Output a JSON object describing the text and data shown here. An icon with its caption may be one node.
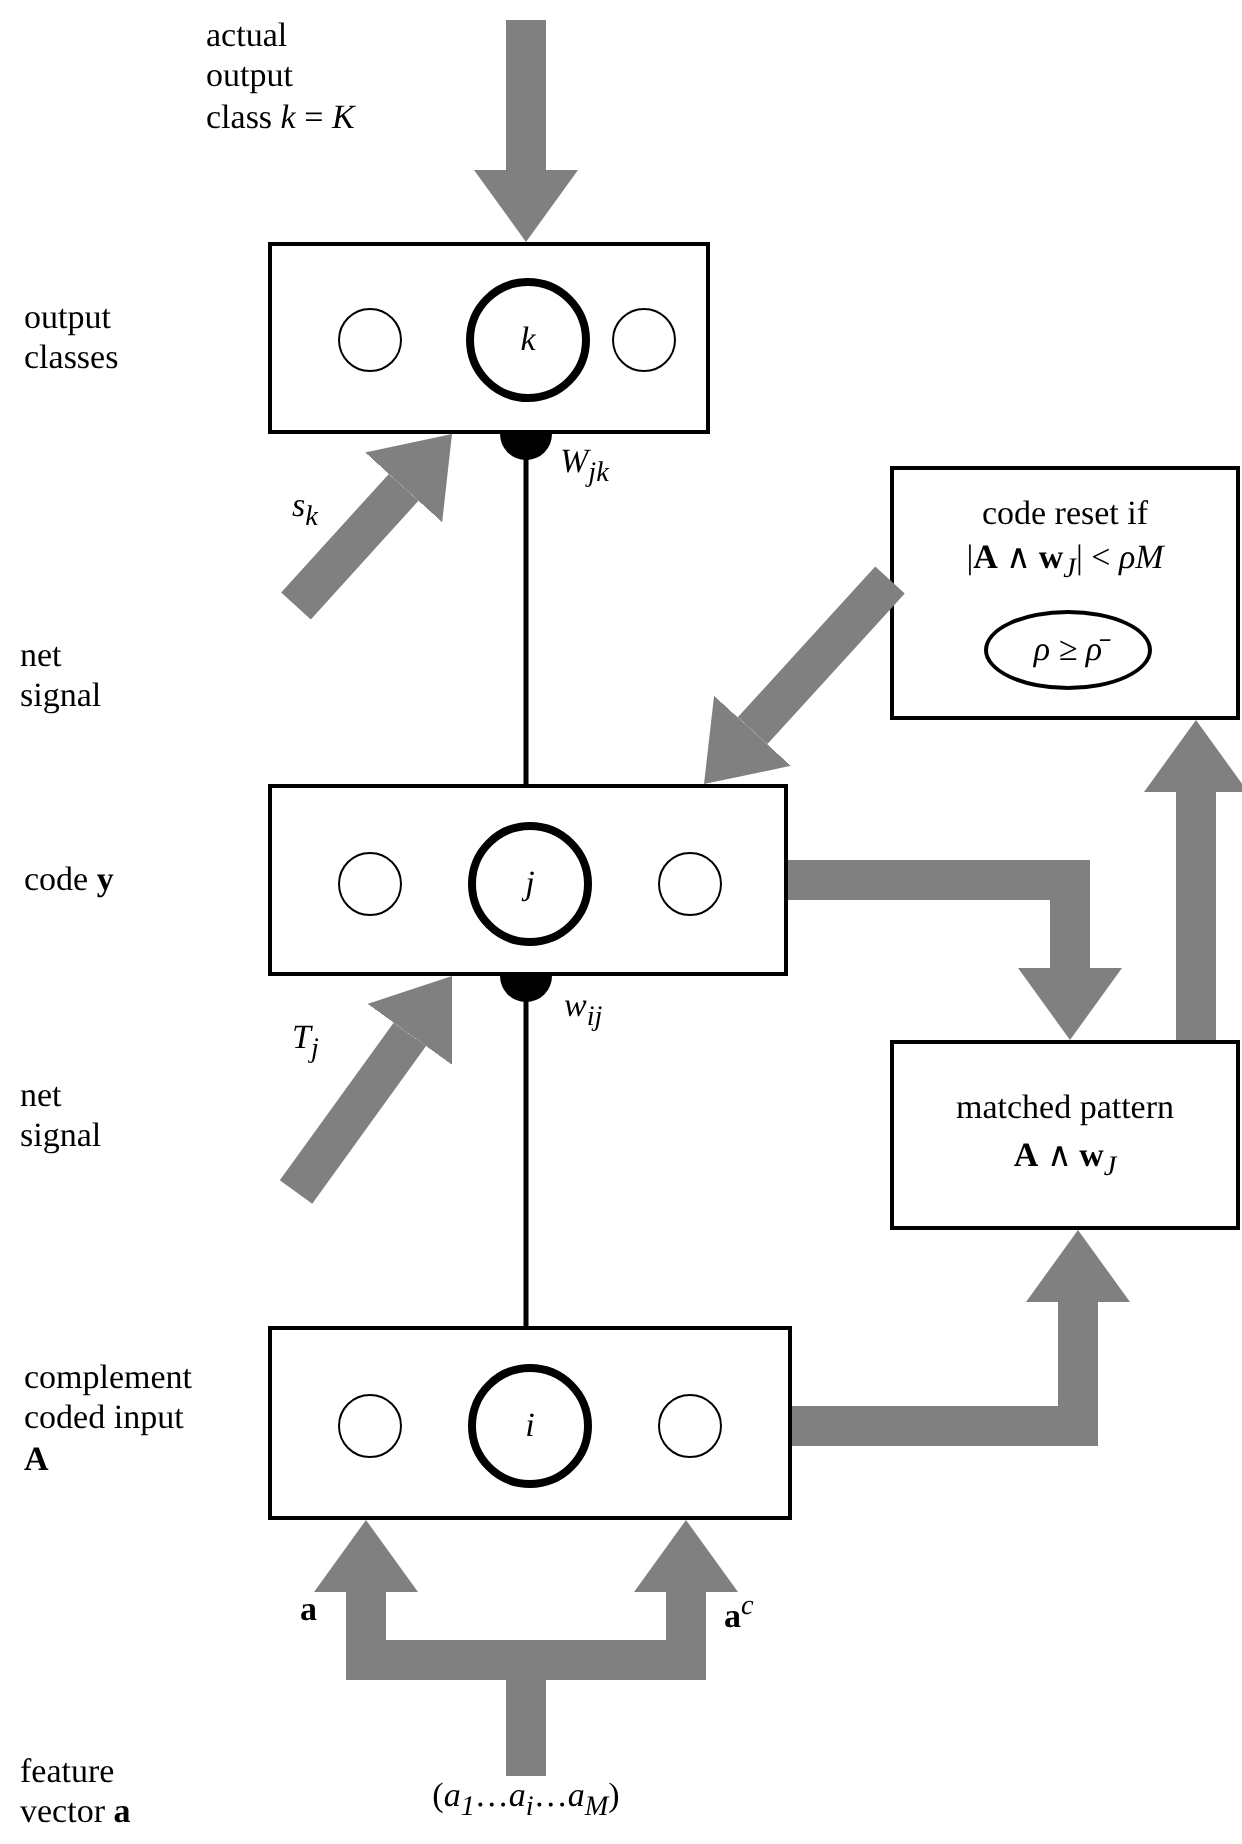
{
  "diagram": {
    "nodes": [
      {
        "text": [
          "output classes"
        ]
      },
      {
        "text": [],
        "shape": "circle",
        "in": 0
      },
      {
        "text": [
          "k"
        ],
        "in": 0
      },
      {
        "text": [],
        "shape": "circle",
        "in": 0
      },
      {
        "text": [
          "code reset if",
          "|**A** ∧ **w**$_{J}$| < *ρM*"
        ]
      },
      {
        "text": [
          "ρ ≥ ρ̄"
        ],
        "in": 4
      },
      {
        "text": [
          "code **y**"
        ]
      },
      {
        "text": [],
        "shape": "circle",
        "in": 6
      },
      {
        "text": [
          "j"
        ],
        "in": 6
      },
      {
        "text": [],
        "shape": "circle",
        "in": 6
      },
      {
        "text": [
          "matched pattern",
          "**A** ∧ **w**$_{J}$"
        ]
      },
      {
        "text": [
          "complement coded input **A**"
        ]
      },
      {
        "text": [],
        "shape": "circle",
        "in": 11
      },
      {
        "text": [
          "i"
        ],
        "in": 11
      },
      {
        "text": [],
        "shape": "circle",
        "in": 11
      },
      {
        "text": [
          "(*a*$_{1}$…*a*$_{i}$…*a*$_{M}$)"
        ]
      }
    ],
    "edges": [
      {
        "from": null,
        "to": 0,
        "arrow": "to"
      },
      {
        "from": 6,
        "to": 0,
        "arrow": "other",
        "label": "*W*$_{jk}$",
        "color": "#000000"
      },
      {
        "from": 11,
        "to": 6,
        "arrow": "other",
        "label": "*w*$_{ij}$",
        "color": "#000000"
      },
      {
        "from": null,
        "to": 0,
        "arrow": "to",
        "label": "*s*$_{k}$"
      },
      {
        "from": null,
        "to": 6,
        "arrow": "to",
        "label": "*T*$_{j}$"
      },
      {
        "from": 4,
        "to": 6,
        "arrow": "to"
      },
      {
        "from": 6,
        "to": 10,
        "arrow": "to"
      },
      {
        "from": 10,
        "to": 4,
        "arrow": "to"
      },
      {
        "from": 11,
        "to": 10,
        "arrow": "to"
      },
      {
        "from": 15,
        "to": 11,
        "arrow": "to",
        "label": "**a**"
      },
      {
        "from": 15,
        "to": 11,
        "arrow": "to",
        "label": "**a**$^{c}$"
      }
    ],
    "labels": [
      "actual output class *k* = *K*",
      "net signal",
      "net signal",
      "feature vector **a**"
    ]
  }
}
